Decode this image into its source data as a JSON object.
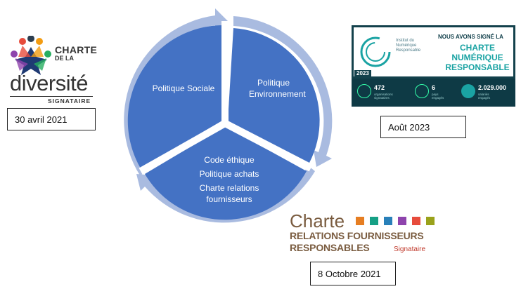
{
  "cycle": {
    "wedges": [
      {
        "label": "Politique Sociale"
      },
      {
        "label": "Politique Environnement"
      },
      {
        "lines": [
          "Code éthique",
          "Politique achats",
          "Charte relations fournisseurs"
        ]
      }
    ],
    "colors": {
      "wedge": "#4472c4",
      "arrow": "#a9bbe0",
      "gap": "#ffffff"
    }
  },
  "logos": {
    "diversite": {
      "line1": "CHARTE",
      "line2": "DE LA",
      "line3": "diversité",
      "line4": "SIGNATAIRE",
      "date": "30 avril 2021"
    },
    "numerique": {
      "institute": [
        "Institut du",
        "Numérique",
        "Responsable"
      ],
      "year": "2023",
      "headline": "NOUS AVONS SIGNÉ LA",
      "title": [
        "CHARTE",
        "NUMÉRIQUE",
        "RESPONSABLE"
      ],
      "stats": [
        {
          "value": "472",
          "caption": [
            "organisations",
            "signataires"
          ]
        },
        {
          "value": "6",
          "caption": [
            "pays",
            "engagés"
          ]
        },
        {
          "value": "2.029.000",
          "caption": [
            "salariés",
            "engagés"
          ]
        }
      ],
      "date": "Août 2023"
    },
    "fournisseurs": {
      "line1": "Charte",
      "line2": "RELATIONS FOURNISSEURS",
      "line3": "RESPONSABLES",
      "line4": "Signataire",
      "squares": [
        "#e67e22",
        "#16a085",
        "#2980b9",
        "#8e44ad",
        "#e74c3c",
        "#9aa21b"
      ],
      "date": "8 Octobre 2021"
    }
  }
}
